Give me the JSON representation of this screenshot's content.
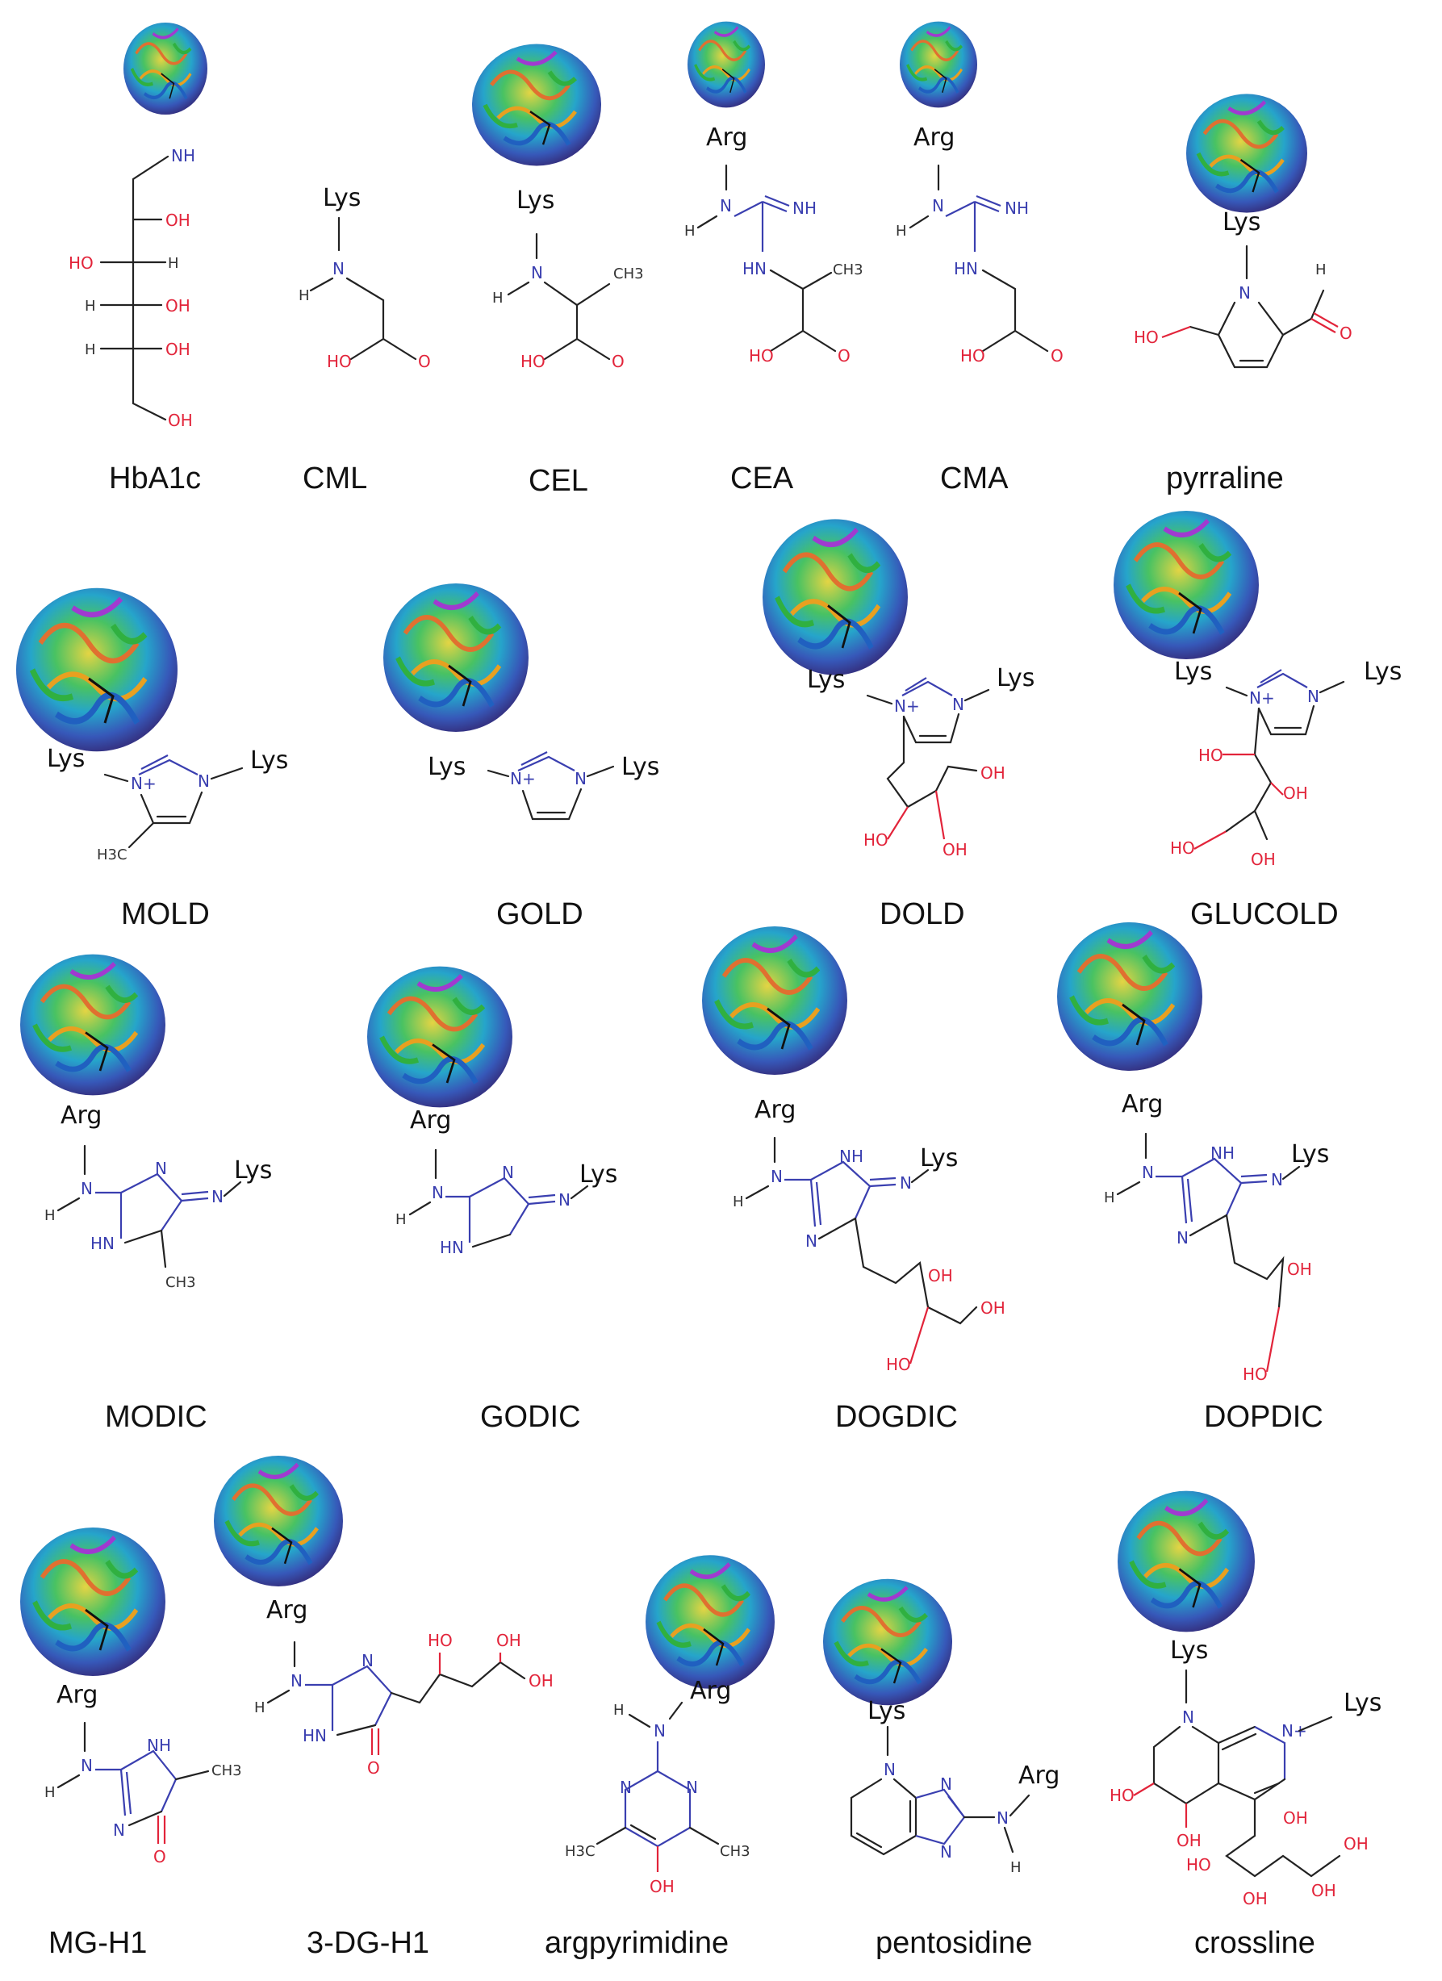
{
  "compounds": [
    {
      "id": "HbA1c",
      "label": "HbA1c",
      "residue": ""
    },
    {
      "id": "CML",
      "label": "CML",
      "residue": "Lys"
    },
    {
      "id": "CEL",
      "label": "CEL",
      "residue": "Lys"
    },
    {
      "id": "CEA",
      "label": "CEA",
      "residue": "Arg"
    },
    {
      "id": "CMA",
      "label": "CMA",
      "residue": "Arg"
    },
    {
      "id": "pyrraline",
      "label": "pyrraline",
      "residue": "Lys"
    },
    {
      "id": "MOLD",
      "label": "MOLD",
      "residue": "Lys",
      "residue2": "Lys"
    },
    {
      "id": "GOLD",
      "label": "GOLD",
      "residue": "Lys",
      "residue2": "Lys"
    },
    {
      "id": "DOLD",
      "label": "DOLD",
      "residue": "Lys",
      "residue2": "Lys"
    },
    {
      "id": "GLUCOLD",
      "label": "GLUCOLD",
      "residue": "Lys",
      "residue2": "Lys"
    },
    {
      "id": "MODIC",
      "label": "MODIC",
      "residue": "Arg",
      "residue2": "Lys"
    },
    {
      "id": "GODIC",
      "label": "GODIC",
      "residue": "Arg",
      "residue2": "Lys"
    },
    {
      "id": "DOGDIC",
      "label": "DOGDIC",
      "residue": "Arg",
      "residue2": "Lys"
    },
    {
      "id": "DOPDIC",
      "label": "DOPDIC",
      "residue": "Arg",
      "residue2": "Lys"
    },
    {
      "id": "MG-H1",
      "label": "MG-H1",
      "residue": "Arg"
    },
    {
      "id": "3-DG-H1",
      "label": "3-DG-H1",
      "residue": "Arg"
    },
    {
      "id": "argpyrimidine",
      "label": "argpyrimidine",
      "residue": "Arg"
    },
    {
      "id": "pentosidine",
      "label": "pentosidine",
      "residue": "Lys",
      "residue2": "Arg"
    },
    {
      "id": "crossline",
      "label": "crossline",
      "residue": "Lys",
      "residue2": "Lys"
    }
  ],
  "atoms": {
    "NH": "NH",
    "N": "N",
    "H": "H",
    "OH": "OH",
    "HO": "HO",
    "O": "O",
    "HN": "HN",
    "NH_r": "NH",
    "CH3": "CH3",
    "H3C": "H3C",
    "Nplus": "N+"
  }
}
